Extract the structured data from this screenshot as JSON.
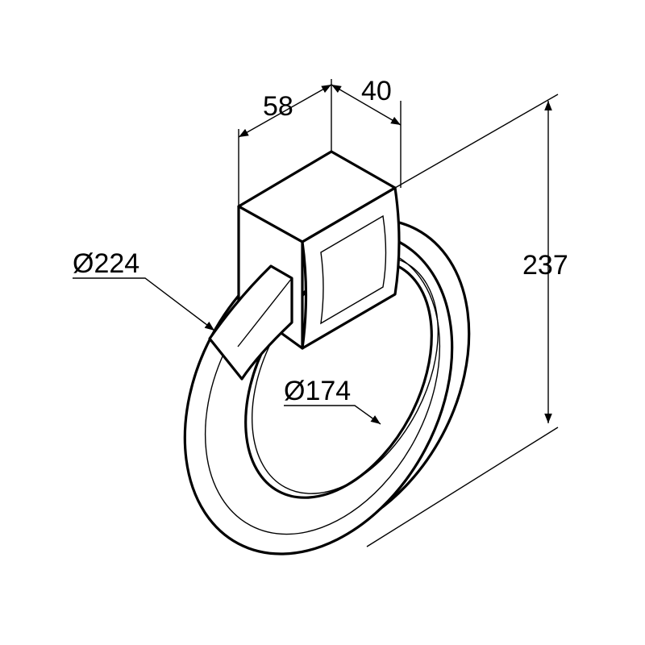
{
  "dimensions": {
    "block_width": "58",
    "block_depth": "40",
    "overall_height": "237",
    "outer_diameter": "Ø224",
    "inner_diameter": "Ø174"
  },
  "line_color": "#000000",
  "background_color": "#ffffff"
}
